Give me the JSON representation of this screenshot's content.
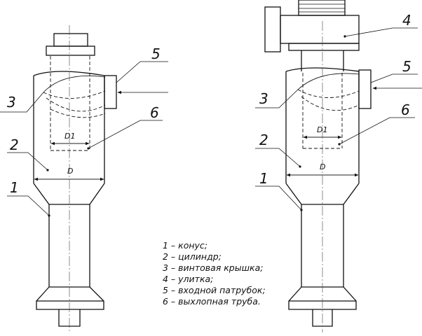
{
  "figure": {
    "left": {
      "labels": {
        "cone": "1",
        "cylinder": "2",
        "cover": "3",
        "inlet": "5",
        "exhaust": "6"
      },
      "dim_d1": "D1",
      "dim_d": "D"
    },
    "right": {
      "labels": {
        "cone": "1",
        "cylinder": "2",
        "cover": "3",
        "volute": "4",
        "inlet": "5",
        "exhaust": "6"
      },
      "dim_d1": "D1",
      "dim_d": "D"
    }
  },
  "legend": [
    "1 – конус;",
    "2 – цилиндр;",
    "3 – винтовая крышка;",
    "4 – улитка;",
    "5 – входной патрубок;",
    "6 – выхлопная труба."
  ]
}
